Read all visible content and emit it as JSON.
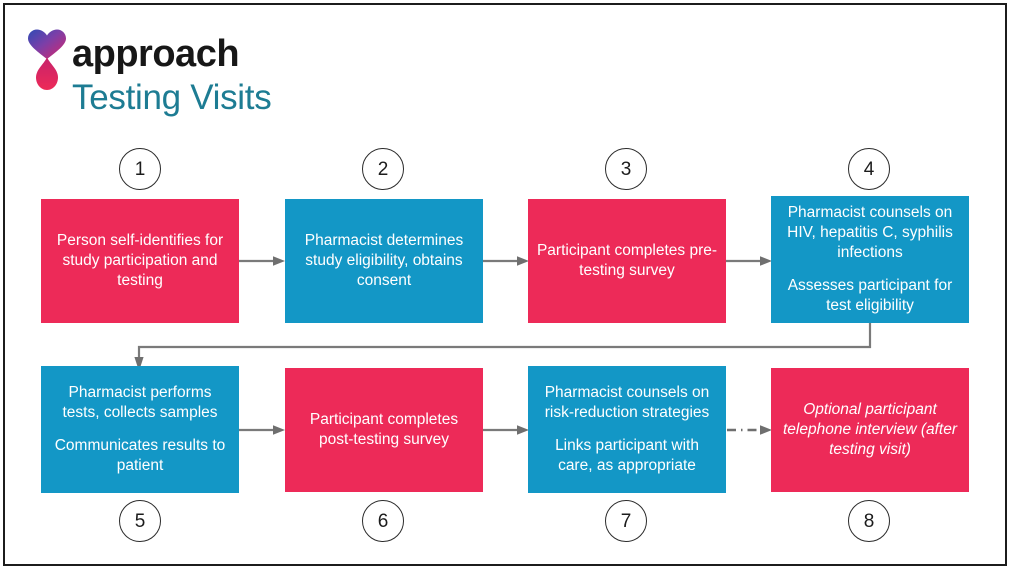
{
  "brand": {
    "name": "approach",
    "subtitle": "Testing Visits",
    "logo_icon": "heart-droplet-logo",
    "colors": {
      "pink": "#ED2A58",
      "blue": "#1397C6",
      "teal_text": "#1d7c93",
      "connector": "#7a7a7a",
      "badge_outline": "#2b2b2b"
    }
  },
  "flow": {
    "steps": [
      {
        "number": "1",
        "color": "pink",
        "number_position": "above",
        "italic": false,
        "paragraphs": [
          "Person self-identifies for study participation and testing"
        ]
      },
      {
        "number": "2",
        "color": "blue",
        "number_position": "above",
        "italic": false,
        "paragraphs": [
          "Pharmacist determines study eligibility, obtains consent"
        ]
      },
      {
        "number": "3",
        "color": "pink",
        "number_position": "above",
        "italic": false,
        "paragraphs": [
          "Participant completes pre-testing survey"
        ]
      },
      {
        "number": "4",
        "color": "blue",
        "number_position": "above",
        "italic": false,
        "paragraphs": [
          "Pharmacist counsels on HIV, hepatitis C, syphilis infections",
          "Assesses participant for test eligibility"
        ]
      },
      {
        "number": "5",
        "color": "blue",
        "number_position": "below",
        "italic": false,
        "paragraphs": [
          "Pharmacist performs tests, collects samples",
          "Communicates results to patient"
        ]
      },
      {
        "number": "6",
        "color": "pink",
        "number_position": "below",
        "italic": false,
        "paragraphs": [
          "Participant completes post-testing survey"
        ]
      },
      {
        "number": "7",
        "color": "blue",
        "number_position": "below",
        "italic": false,
        "paragraphs": [
          "Pharmacist counsels on risk-reduction strategies",
          "Links participant with care, as appropriate"
        ]
      },
      {
        "number": "8",
        "color": "pink",
        "number_position": "below",
        "italic": true,
        "paragraphs": [
          "Optional participant telephone interview (after testing visit)"
        ]
      }
    ],
    "connectors": [
      {
        "from": "1",
        "to": "2",
        "style": "solid",
        "direction": "right"
      },
      {
        "from": "2",
        "to": "3",
        "style": "solid",
        "direction": "right"
      },
      {
        "from": "3",
        "to": "4",
        "style": "solid",
        "direction": "right"
      },
      {
        "from": "4",
        "to": "5",
        "style": "solid",
        "direction": "wrap-down-left"
      },
      {
        "from": "5",
        "to": "6",
        "style": "solid",
        "direction": "right"
      },
      {
        "from": "6",
        "to": "7",
        "style": "solid",
        "direction": "right"
      },
      {
        "from": "7",
        "to": "8",
        "style": "dash-dot",
        "direction": "right"
      }
    ]
  }
}
